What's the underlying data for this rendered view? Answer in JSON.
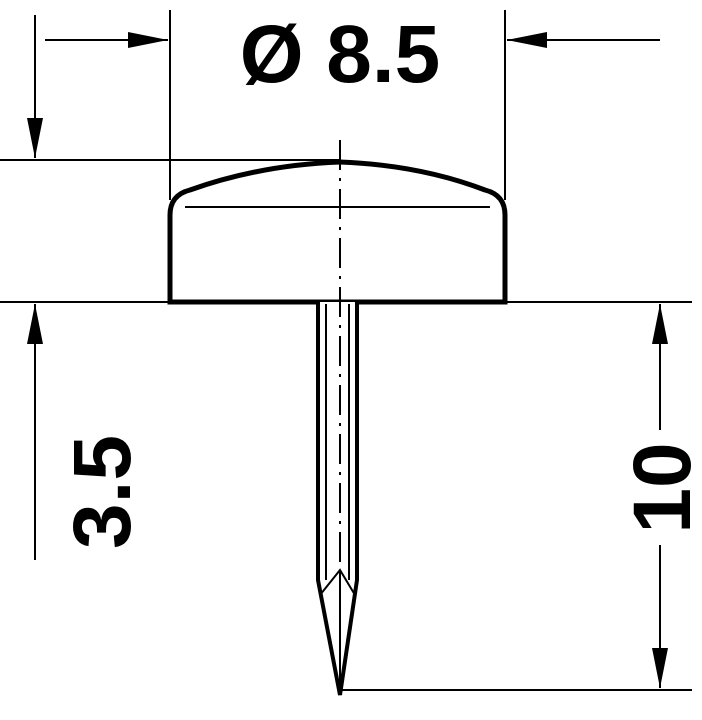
{
  "dimensions": {
    "diameter": "Ø 8.5",
    "head_height": "3.5",
    "pin_length": "10"
  },
  "colors": {
    "line": "#000000",
    "background": "#ffffff"
  }
}
